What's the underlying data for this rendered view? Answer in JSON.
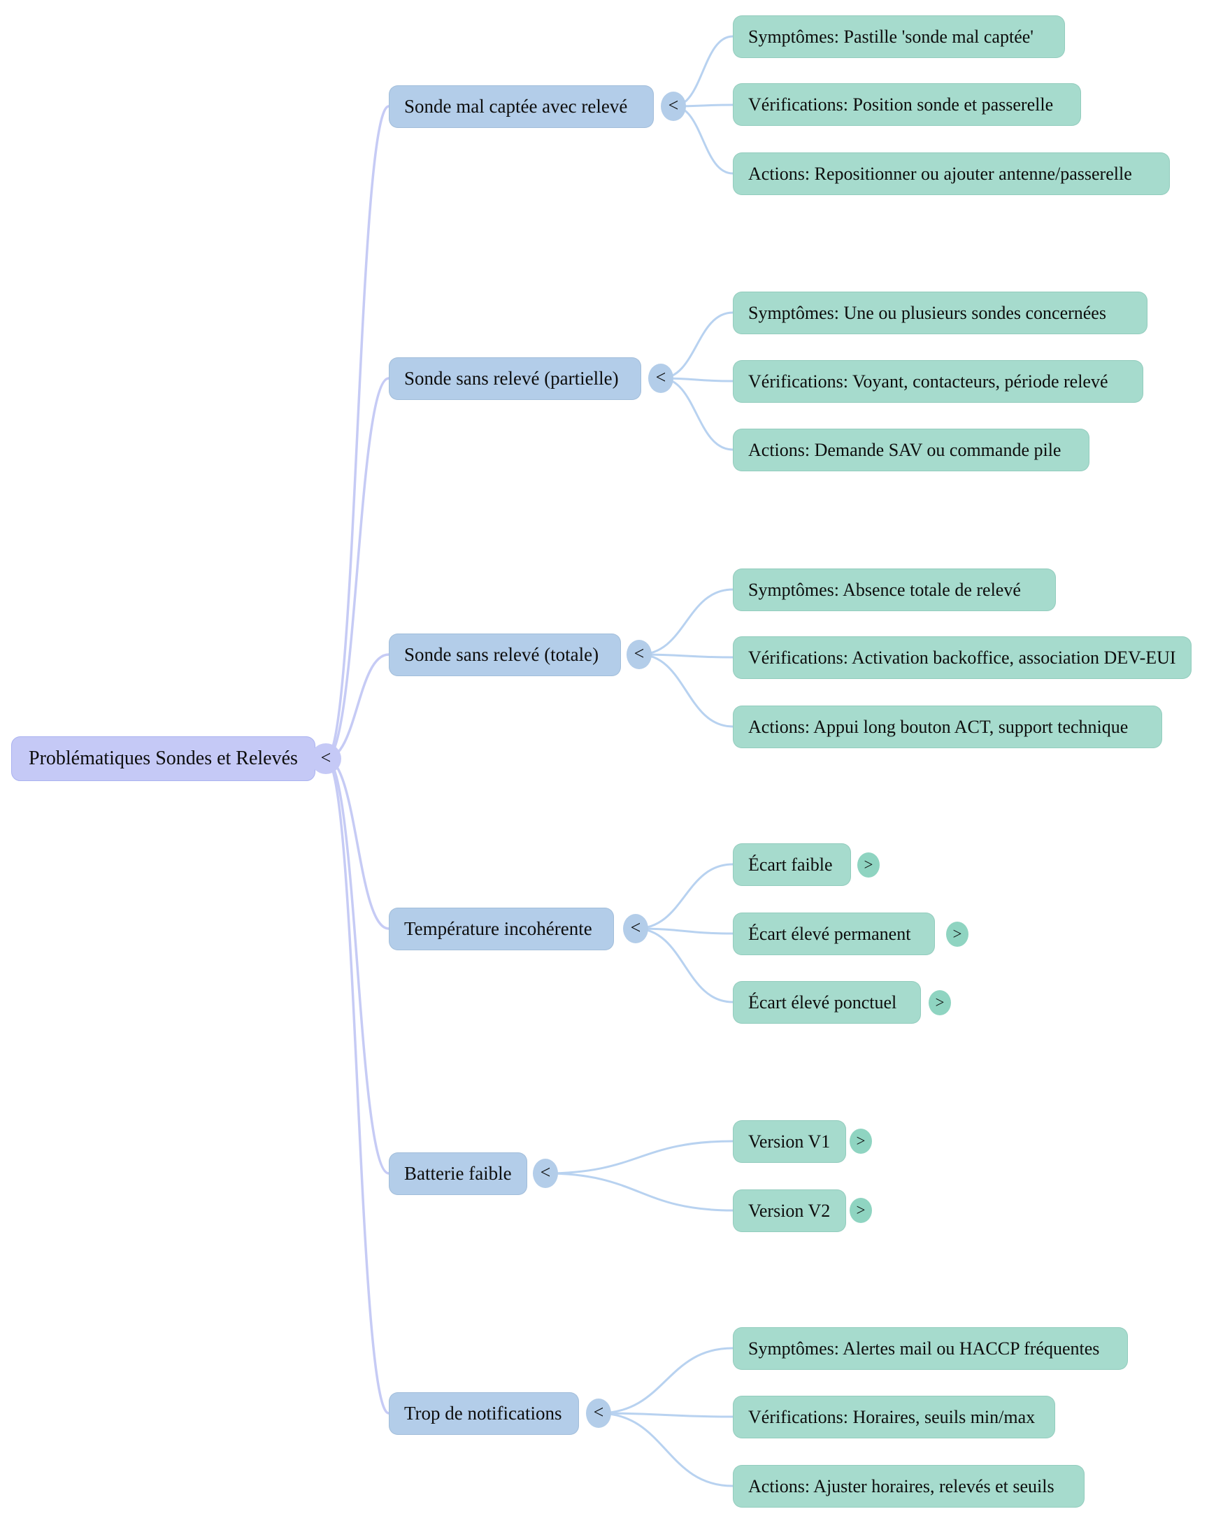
{
  "mindmap": {
    "root": {
      "label": "Problématiques Sondes et Relevés"
    },
    "glyphs": {
      "collapse": "<",
      "expand": ">"
    },
    "branches": [
      {
        "label": "Sonde mal captée avec relevé",
        "children": [
          {
            "label": "Symptômes: Pastille 'sonde mal captée'"
          },
          {
            "label": "Vérifications: Position sonde et passerelle"
          },
          {
            "label": "Actions: Repositionner ou ajouter antenne/passerelle"
          }
        ]
      },
      {
        "label": "Sonde sans relevé (partielle)",
        "children": [
          {
            "label": "Symptômes: Une ou plusieurs sondes concernées"
          },
          {
            "label": "Vérifications: Voyant, contacteurs, période relevé"
          },
          {
            "label": "Actions: Demande SAV ou commande pile"
          }
        ]
      },
      {
        "label": "Sonde sans relevé (totale)",
        "children": [
          {
            "label": "Symptômes: Absence totale de relevé"
          },
          {
            "label": "Vérifications: Activation backoffice, association DEV-EUI"
          },
          {
            "label": "Actions: Appui long bouton ACT, support technique"
          }
        ]
      },
      {
        "label": "Température incohérente",
        "children": [
          {
            "label": "Écart faible",
            "expandable": true
          },
          {
            "label": "Écart élevé permanent",
            "expandable": true
          },
          {
            "label": "Écart élevé ponctuel",
            "expandable": true
          }
        ]
      },
      {
        "label": "Batterie faible",
        "children": [
          {
            "label": "Version V1",
            "expandable": true
          },
          {
            "label": "Version V2",
            "expandable": true
          }
        ]
      },
      {
        "label": "Trop de notifications",
        "children": [
          {
            "label": "Symptômes: Alertes mail ou HACCP fréquentes"
          },
          {
            "label": "Vérifications: Horaires, seuils min/max"
          },
          {
            "label": "Actions: Ajuster horaires, relevés et seuils"
          }
        ]
      }
    ]
  },
  "colors": {
    "background": "#ffffff",
    "root_fill": "#c5c9f6",
    "root_border": "#aab2f0",
    "branch_fill": "#b3cde9",
    "leaf_fill": "#a6dbcd",
    "expand_fill": "#8fd4c1",
    "root_link": "#c6cbf5",
    "branch_link": "#b8d2f0",
    "text": "#0d0d0d"
  }
}
